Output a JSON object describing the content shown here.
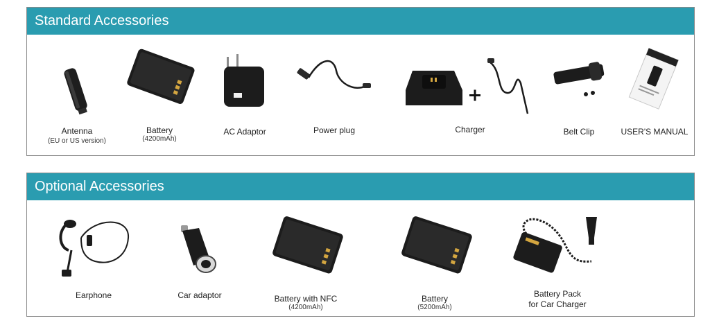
{
  "standard": {
    "title": "Standard Accessories",
    "items": [
      {
        "label": "Antenna",
        "sub": "(EU or US version)",
        "icon": "antenna-icon"
      },
      {
        "label": "Battery",
        "sub": "(4200mAh)",
        "icon": "battery-icon"
      },
      {
        "label": "AC Adaptor",
        "icon": "ac-adaptor-icon"
      },
      {
        "label": "Power plug",
        "icon": "power-cable-icon"
      },
      {
        "label": "Charger",
        "icon": "charger-icon"
      },
      {
        "label": "Belt Clip",
        "icon": "belt-clip-icon"
      },
      {
        "label": "USER'S MANUAL",
        "icon": "manual-icon"
      }
    ]
  },
  "optional": {
    "title": "Optional Accessories",
    "items": [
      {
        "label": "Earphone",
        "icon": "earphone-icon"
      },
      {
        "label": "Car adaptor",
        "icon": "car-adaptor-icon"
      },
      {
        "label": "Battery with NFC",
        "sub": "(4200mAh)",
        "icon": "battery-icon"
      },
      {
        "label": "Battery",
        "sub": "(5200mAh)",
        "icon": "battery-icon"
      },
      {
        "label": "Battery Pack",
        "label2": "for Car Charger",
        "icon": "battery-pack-icon"
      }
    ]
  },
  "colors": {
    "header": "#2a9cb0",
    "border": "#8a8a8a",
    "product": "#1c1c1c",
    "contact": "#d4a640"
  }
}
